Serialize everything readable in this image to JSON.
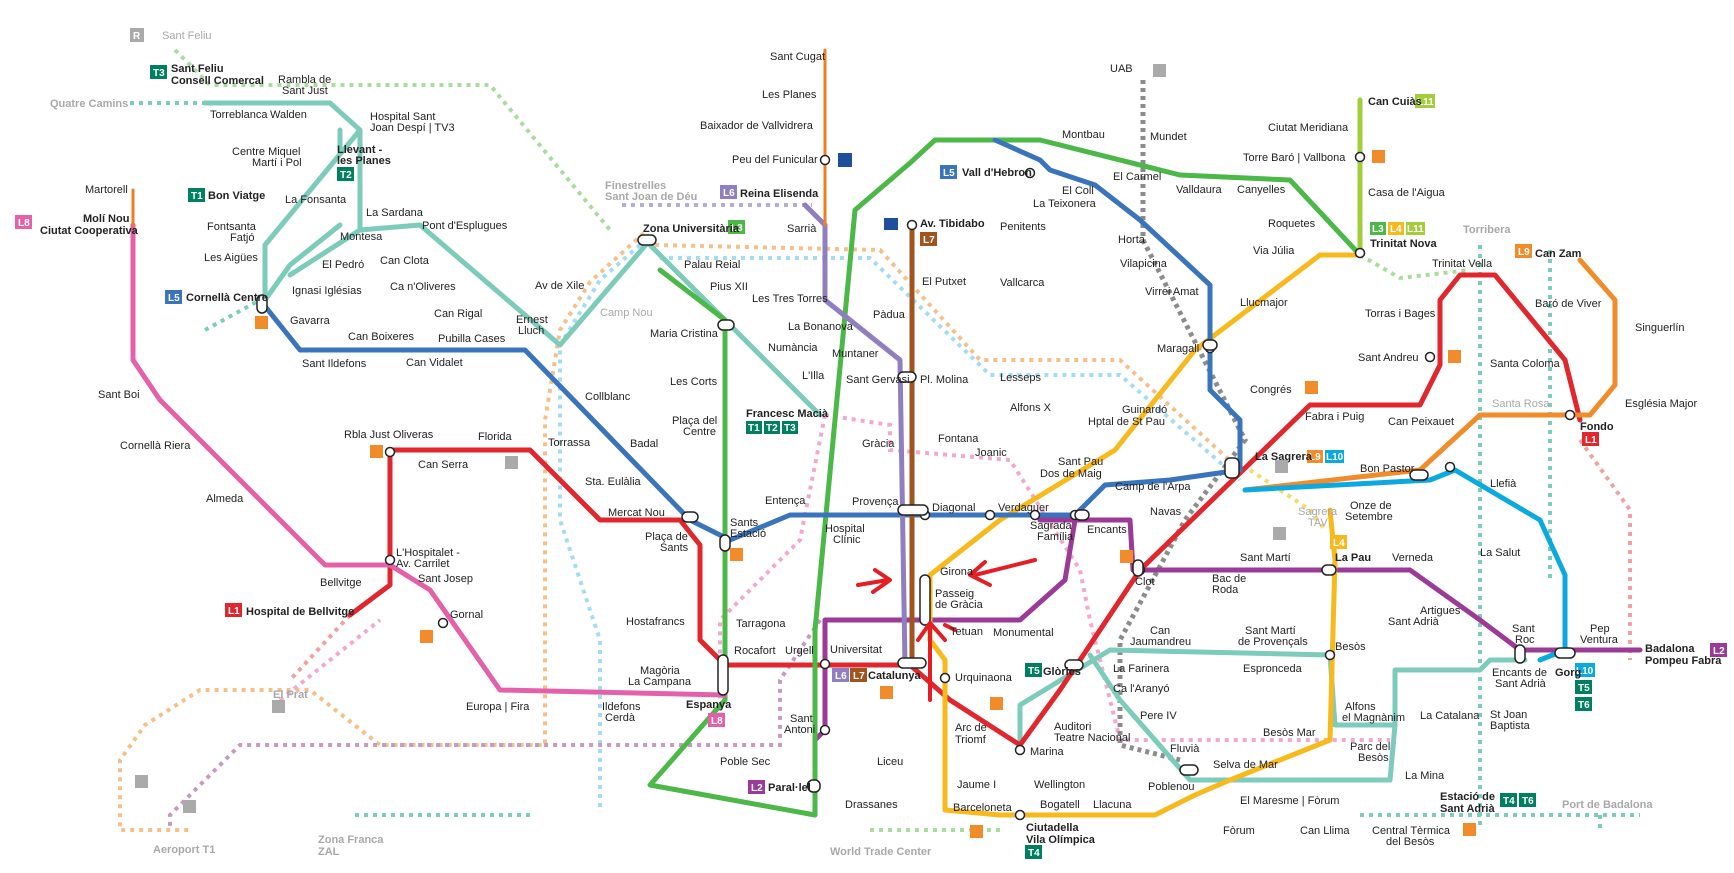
{
  "colors": {
    "L1": "#e1262d",
    "L2": "#9b3a97",
    "L3": "#4bb848",
    "L4": "#f7b91b",
    "L5": "#3a74bd",
    "L6": "#8f7fc1",
    "L7": "#a0551f",
    "L8": "#e461a9",
    "L9": "#f28c2b",
    "L10": "#0aa9e0",
    "L11": "#a3cd3b",
    "TRAM": "#7ccbbb",
    "FGC": "#ef7e22",
    "RODALIES": "#7c7c7c",
    "planned": "#f6c08b",
    "tram_green": "#008060"
  },
  "stations": {
    "sant_feliu": "Sant Feliu",
    "sant_feliu_cc": "Sant Feliu",
    "sant_feliu_cc2": "Consell Comercal",
    "rambla_sant_just": "Rambla de",
    "rambla_sant_just2": "Sant Just",
    "quatre_camins": "Quatre Camins",
    "torreblanca": "Torreblanca",
    "walden": "Walden",
    "hospital_sant_joan": "Hospital Sant",
    "hospital_sant_joan2": "Joan Despí | TV3",
    "centre_miquel": "Centre Miquel",
    "centre_miquel2": "Martí i Pol",
    "llevant": "Llevant -",
    "llevant2": "les Planes",
    "bon_viatge": "Bon Viatge",
    "la_fonsanta": "La Fonsanta",
    "martorell": "Martorell",
    "moli_nou": "Molí Nou",
    "moli_nou2": "Ciutat Cooperativa",
    "fontsanta_fatjo": "Fontsanta",
    "fontsanta_fatjo2": "Fatjó",
    "montesa": "Montesa",
    "la_sardana": "La Sardana",
    "pont_esplugues": "Pont d'Esplugues",
    "les_aigues": "Les Aigües",
    "el_pedro": "El Pedró",
    "can_clota": "Can Clota",
    "ignasi_iglesias": "Ignasi Iglésias",
    "ca_noliveres": "Ca n'Oliveres",
    "cornella_centre": "Cornellà Centre",
    "gavarra": "Gavarra",
    "can_rigal": "Can Rigal",
    "ernest_lluch": "Ernest",
    "ernest_lluch2": "Lluch",
    "can_boixeres": "Can Boixeres",
    "pubilla_cases": "Pubilla Cases",
    "sant_ildefons": "Sant Ildefons",
    "can_vidalet": "Can Vidalet",
    "av_xile": "Av de Xile",
    "camp_nou": "Camp Nou",
    "finestrelles": "Finestrelles",
    "finestrelles2": "Sant Joan de Déu",
    "zona_universitaria": "Zona Universitària",
    "palau_reial": "Palau Reial",
    "pius_xii": "Pius XII",
    "maria_cristina": "Maria Cristina",
    "numancia": "Numància",
    "lilla": "L'Illa",
    "les_corts": "Les Corts",
    "placa_centre": "Plaça del",
    "placa_centre2": "Centre",
    "francesc_macia": "Francesc Macià",
    "sant_boi": "Sant Boi",
    "collblanc": "Collblanc",
    "cornella_riera": "Cornellà Riera",
    "badal": "Badal",
    "torrassa": "Torrassa",
    "sta_eulalia": "Sta. Eulàlia",
    "rbla_just_oliveras": "Rbla Just Oliveras",
    "florida": "Florida",
    "can_serra": "Can Serra",
    "almeda": "Almeda",
    "mercat_nou": "Mercat Nou",
    "placa_sants": "Plaça de",
    "placa_sants2": "Sants",
    "sants_estacio": "Sants",
    "sants_estacio2": "Estació",
    "entenca": "Entença",
    "hospital_clinic": "Hospital",
    "hospital_clinic2": "Clínic",
    "hospitalet": "L'Hospitalet -",
    "hospitalet2": "Av. Carrilet",
    "bellvitge": "Bellvitge",
    "sant_josep": "Sant Josep",
    "gornal": "Gornal",
    "hospital_bellvitge": "Hospital de Bellvitge",
    "hostafrancs": "Hostafrancs",
    "tarragona": "Tarragona",
    "rocafort": "Rocafort",
    "urgell": "Urgell",
    "universitat": "Universitat",
    "magoria": "Magòria",
    "magoria2": "La Campana",
    "espanya": "Espanya",
    "europa_fira": "Europa | Fira",
    "ildefons_cerda": "Ildefons",
    "ildefons_cerda2": "Cerdà",
    "el_prat": "El Prat",
    "aeroport": "Aeroport T1",
    "zona_franca": "Zona Franca",
    "zona_franca2": "ZAL",
    "poble_sec": "Poble Sec",
    "sant_antoni": "Sant",
    "sant_antoni2": "Antoni",
    "paral_lel": "Paral·lel",
    "drassanes": "Drassanes",
    "liceu": "Liceu",
    "world_trade_center": "World Trade Center",
    "sant_cugat": "Sant Cugat",
    "les_planes": "Les Planes",
    "baixador": "Baixador de Vallvidrera",
    "peu_funicular": "Peu del Funicular",
    "reina_elisenda": "Reina Elisenda",
    "sarria": "Sarrià",
    "les_tres_torres": "Les Tres Torres",
    "la_bonanova": "La Bonanova",
    "muntaner": "Muntaner",
    "sant_gervasi": "Sant Gervasi",
    "gracia": "Gràcia",
    "provenca": "Provença",
    "av_tibidabo": "Av. Tibidabo",
    "el_putxet": "El Putxet",
    "padua": "Pàdua",
    "pl_molina": "Pl. Molina",
    "fontana": "Fontana",
    "diagonal": "Diagonal",
    "girona": "Girona",
    "passeig_gracia": "Passeig",
    "passeig_gracia2": "de Gràcia",
    "tetuan": "Tetuan",
    "catalunya": "Catalunya",
    "urquinaona": "Urquinaona",
    "arc_triomf": "Arc de",
    "arc_triomf2": "Triomf",
    "jaume_i": "Jaume I",
    "barceloneta": "Barceloneta",
    "ciutadella": "Ciutadella",
    "ciutadella2": "Vila Olímpica",
    "vall_hebron": "Vall d'Hebron",
    "penitents": "Penitents",
    "vallcarca": "Vallcarca",
    "lesseps": "Lesseps",
    "joanic": "Joanic",
    "verdaguer": "Verdaguer",
    "alfons_x": "Alfons X",
    "montbau": "Montbau",
    "mundet": "Mundet",
    "el_coll": "El Coll",
    "el_coll2": "La Teixonera",
    "el_carmel": "El Carmel",
    "valldaura": "Valldaura",
    "canyelles": "Canyelles",
    "horta": "Horta",
    "vilapicina": "Vilapicina",
    "virrei_amat": "Virrei Amat",
    "maragall": "Maragall",
    "guinardo": "Guinardó",
    "guinardo2": "Hptal de St Pau",
    "sant_pau": "Sant Pau",
    "sant_pau2": "Dos de Maig",
    "camp_arpa": "Camp de l'Arpa",
    "sagrada_familia": "Sagrada",
    "sagrada_familia2": "Família",
    "encants": "Encants",
    "monumental": "Monumental",
    "marina": "Marina",
    "uab": "UAB",
    "congres": "Congrés",
    "navas": "Navas",
    "clot": "Clot",
    "bac_roda": "Bac de",
    "bac_roda2": "Roda",
    "sant_marti": "Sant Martí",
    "la_pau": "La Pau",
    "verneda": "Verneda",
    "glories": "Glòries",
    "la_farinera": "La Farinera",
    "ca_aranyo": "Ca l'Aranyó",
    "pere_iv": "Pere IV",
    "auditori": "Auditori",
    "auditori2": "Teatre Nacional",
    "wellington": "Wellington",
    "bogatell": "Bogatell",
    "llacuna": "Llacuna",
    "poblenou": "Poblenou",
    "fluvia": "Fluvià",
    "selva_mar": "Selva de Mar",
    "el_maresme": "El Maresme | Fòrum",
    "forum": "Fòrum",
    "can_llima": "Can Llima",
    "central_termica": "Central Tèrmica",
    "central_termica2": "del Besòs",
    "can_jaumandreu": "Can",
    "can_jaumandreu2": "Jaumandreu",
    "sant_marti_provencals": "Sant Martí",
    "sant_marti_provencals2": "de Provençals",
    "espronceda": "Espronceda",
    "besos": "Besòs",
    "besos_mar": "Besòs Mar",
    "alfons_magnanim": "Alfons",
    "alfons_magnanim2": "el Magnànim",
    "parc_besos": "Parc del",
    "parc_besos2": "Besòs",
    "la_catalana": "La Catalana",
    "la_mina": "La Mina",
    "st_joan_baptista": "St Joan",
    "st_joan_baptista2": "Baptista",
    "encants_sant_adria": "Encants de",
    "encants_sant_adria2": "Sant Adrià",
    "estacio_sant_adria": "Estació de",
    "estacio_sant_adria2": "Sant Adrià",
    "port_badalona": "Port de Badalona",
    "ciutat_meridiana": "Ciutat Meridiana",
    "can_cuias": "Can Cuiàs",
    "torre_baro": "Torre Baró | Vallbona",
    "casa_aigua": "Casa de l'Aigua",
    "roquetes": "Roquetes",
    "trinitat_nova": "Trinitat Nova",
    "via_julia": "Via Júlia",
    "llucmajor": "Llucmajor",
    "torribera": "Torribera",
    "trinitat_vella": "Trinitat Vella",
    "can_zam": "Can Zam",
    "baro_viver": "Baró de Viver",
    "singuerlin": "Singuerlín",
    "torras_bages": "Torras i Bages",
    "santa_coloma": "Santa Coloma",
    "sant_andreu": "Sant Andreu",
    "santa_rosa": "Santa Rosa",
    "esglesia_major": "Església Major",
    "fabra_puig": "Fabra i Puig",
    "can_peixauet": "Can Peixauet",
    "fondo": "Fondo",
    "la_sagrera": "La Sagrera",
    "bon_pastor": "Bon Pastor",
    "onze_setembre": "Onze de",
    "onze_setembre2": "Setembre",
    "llefia": "Llefià",
    "sagrera_tav": "Sagrera",
    "sagrera_tav2": "TAV",
    "la_salut": "La Salut",
    "artigues": "Artigues",
    "artigues2": "Sant Adrià",
    "sant_roc": "Sant",
    "sant_roc2": "Roc",
    "gorg": "Gorg",
    "pep_ventura": "Pep",
    "pep_ventura2": "Ventura",
    "badalona_pompeu": "Badalona",
    "badalona_pompeu2": "Pompeu Fabra"
  },
  "badges": {
    "t3": "T3",
    "t1": "T1",
    "t2": "T2",
    "l8": "L8",
    "l5": "L5",
    "l1": "L1",
    "l2": "L2",
    "l3": "L3",
    "l4": "L4",
    "l6": "L6",
    "l7": "L7",
    "l9": "L9",
    "l10": "L10",
    "l11": "L11",
    "t4": "T4",
    "t5": "T5",
    "t6": "T6",
    "r": "R"
  }
}
